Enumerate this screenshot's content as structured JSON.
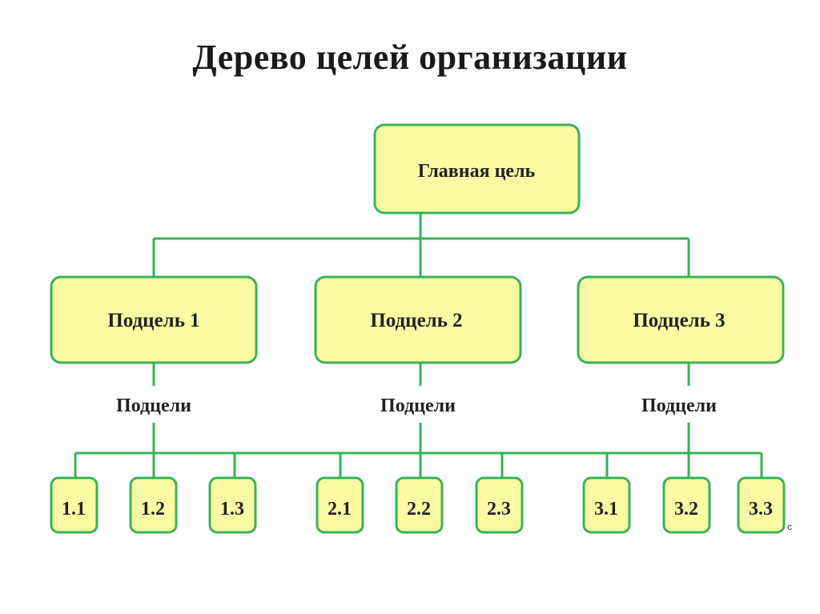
{
  "title": "Дерево целей организации",
  "colors": {
    "box_fill": "#fbfba3",
    "box_border": "#3cb05a",
    "connector": "#3cb05a",
    "text": "#222222"
  },
  "tree": {
    "root": "Главная цель",
    "branches": [
      {
        "label": "Подцель 1",
        "group_label": "Подцели",
        "leaves": [
          "1.1",
          "1.2",
          "1.3"
        ]
      },
      {
        "label": "Подцель 2",
        "group_label": "Подцели",
        "leaves": [
          "2.1",
          "2.2",
          "2.3"
        ]
      },
      {
        "label": "Подцель 3",
        "group_label": "Подцели",
        "leaves": [
          "3.1",
          "3.2",
          "3.3"
        ]
      }
    ]
  },
  "stray_mark": "с"
}
